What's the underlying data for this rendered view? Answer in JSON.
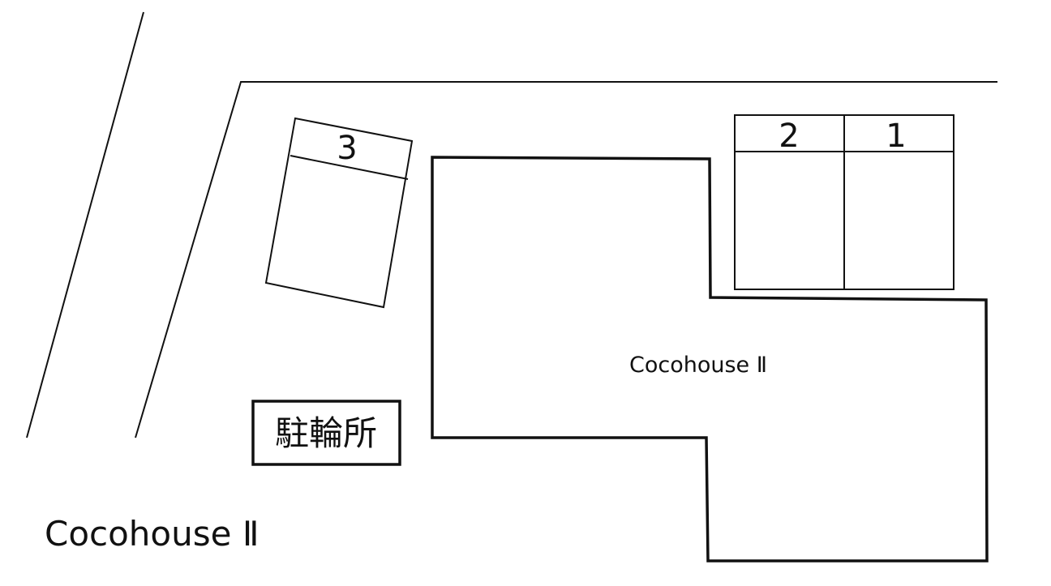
{
  "map": {
    "parking_spaces": [
      {
        "number": "3"
      },
      {
        "number": "2"
      },
      {
        "number": "1"
      }
    ],
    "building": {
      "label": "Cocohouse Ⅱ"
    },
    "bicycle_parking": {
      "label": "駐輪所"
    },
    "caption": "Cocohouse Ⅱ"
  }
}
